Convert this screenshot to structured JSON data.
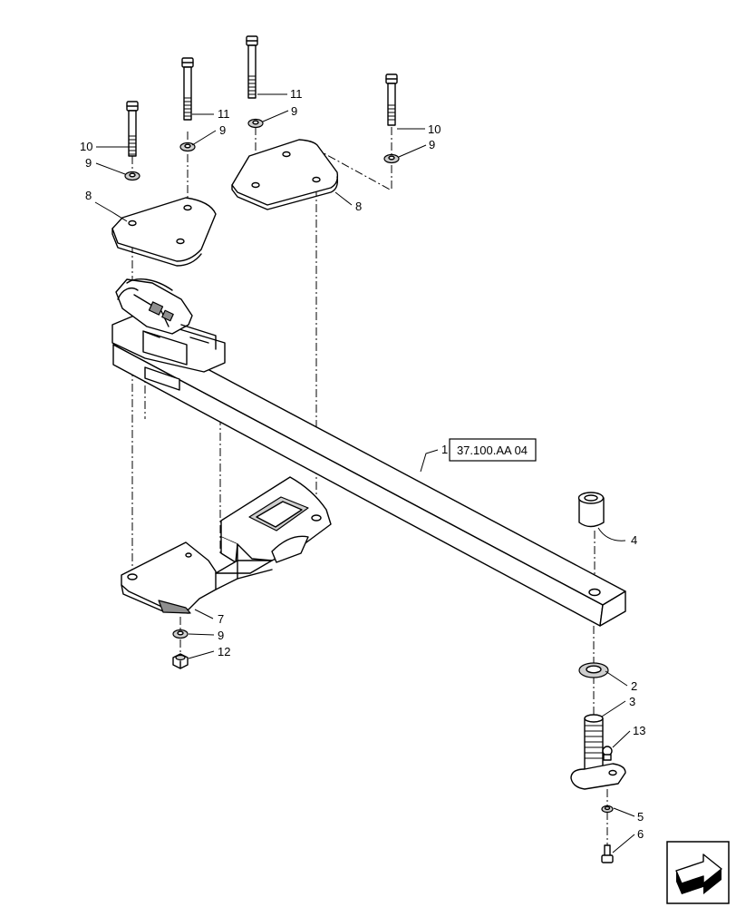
{
  "callouts": {
    "c1": "1",
    "c2": "2",
    "c3": "3",
    "c4": "4",
    "c5": "5",
    "c6": "6",
    "c7": "7",
    "c8_left": "8",
    "c8_right": "8",
    "c9_a": "9",
    "c9_b": "9",
    "c9_c": "9",
    "c9_d": "9",
    "c9_e": "9",
    "c10_left": "10",
    "c10_right": "10",
    "c11_a": "11",
    "c11_b": "11",
    "c12": "12",
    "c13": "13"
  },
  "reference_box": "37.100.AA 04",
  "nav_icon": "next-page-arrow-icon"
}
